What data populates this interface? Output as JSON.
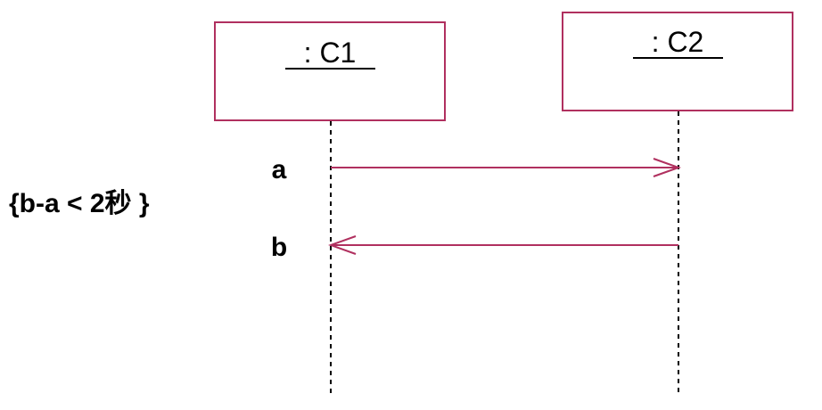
{
  "objects": [
    {
      "label": ": C1"
    },
    {
      "label": ": C2"
    }
  ],
  "messages": [
    {
      "label": "a",
      "from": ": C1",
      "to": ": C2"
    },
    {
      "label": "b",
      "from": ": C2",
      "to": ": C1"
    }
  ],
  "constraint": {
    "text": "{b-a < 2秒 }"
  },
  "colors": {
    "accent": "#b0305f",
    "text": "#000000"
  }
}
